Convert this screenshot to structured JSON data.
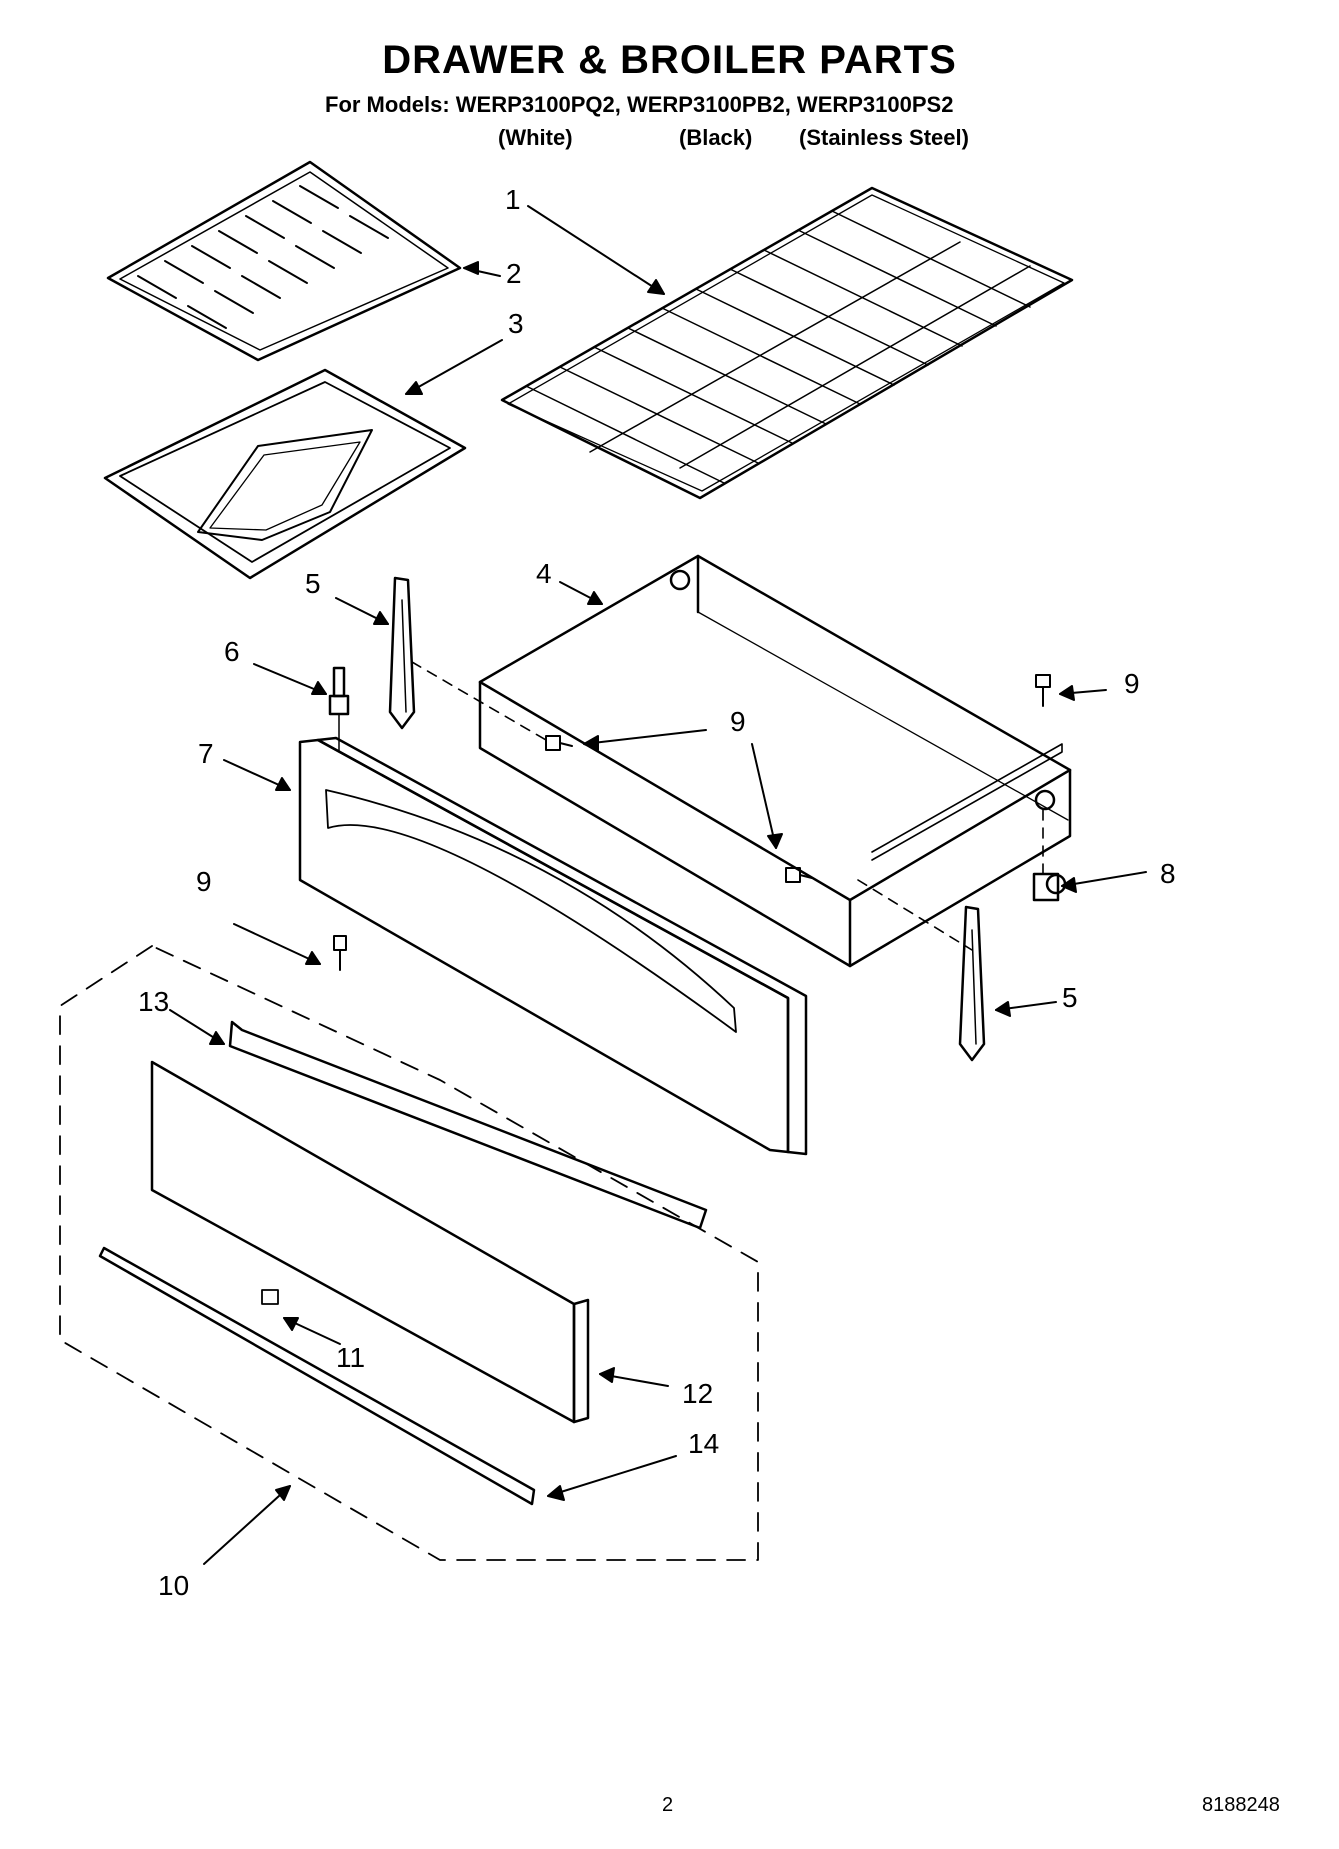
{
  "header": {
    "title": "DRAWER & BROILER PARTS",
    "models_line": "For Models: WERP3100PQ2, WERP3100PB2, WERP3100PS2",
    "variants": [
      "(White)",
      "(Black)",
      "(Stainless Steel)"
    ]
  },
  "callouts": [
    "1",
    "2",
    "3",
    "4",
    "5",
    "6",
    "7",
    "9",
    "9",
    "9",
    "8",
    "5",
    "13",
    "11",
    "12",
    "14",
    "10"
  ],
  "footer": {
    "page_number": "2",
    "doc_number": "8188248"
  }
}
